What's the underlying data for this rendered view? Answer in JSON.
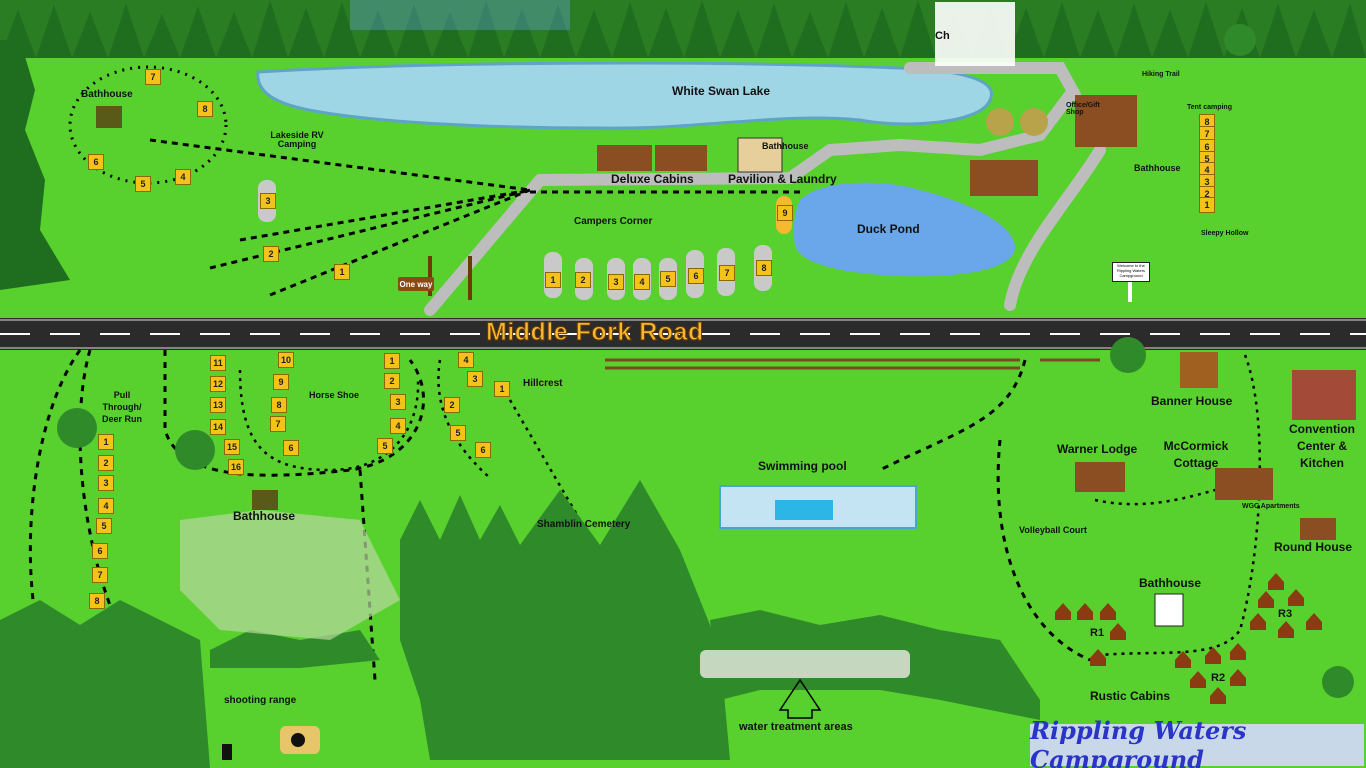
{
  "map": {
    "title": "Rippling Waters Campground",
    "road": "Middle Fork Road",
    "one_way_sign": "One way",
    "welcome_sign": "Welcome to the Rippling Waters Campground",
    "labels": {
      "white_swan_lake": "White Swan Lake",
      "duck_pond": "Duck Pond",
      "bathhouse_nw": "Bathhouse",
      "lakeside_rv": "Lakeside RV Camping",
      "deluxe_cabins": "Deluxe Cabins",
      "pavilion_laundry": "Pavilion & Laundry",
      "bathhouse_pavilion": "Bathhouse",
      "campers_corner": "Campers Corner",
      "chapel": "Ch",
      "hiking_trail": "Hiking Trail",
      "office_gift_shop": "Office/Gift Shop",
      "tent_camping": "Tent camping",
      "bathhouse_ne": "Bathhouse",
      "sleepy_hollow": "Sleepy Hollow",
      "pull_through": "Pull Through/ Deer Run",
      "horse_shoe": "Horse Shoe",
      "hillcrest": "Hillcrest",
      "bathhouse_sw": "Bathhouse",
      "shamblin_cemetery": "Shamblin Cemetery",
      "swimming_pool": "Swimming pool",
      "banner_house": "Banner House",
      "convention_center": "Convention Center & Kitchen",
      "warner_lodge": "Warner Lodge",
      "mccormick_cottage": "McCormick Cottage",
      "wgc_apartments": "WGC Apartments",
      "volleyball_court": "Volleyball Court",
      "round_house": "Round House",
      "bathhouse_se": "Bathhouse",
      "r1": "R1",
      "r2": "R2",
      "r3": "R3",
      "rustic_cabins": "Rustic Cabins",
      "shooting_range": "shooting range",
      "water_treatment": "water treatment areas"
    },
    "sites": {
      "lakeside": [
        "7",
        "8",
        "6",
        "5",
        "4",
        "3",
        "2",
        "1"
      ],
      "campers_corner": [
        "1",
        "2",
        "3",
        "4",
        "5",
        "6",
        "7",
        "8",
        "9"
      ],
      "tent": [
        "8",
        "7",
        "6",
        "5",
        "4",
        "3",
        "2",
        "1"
      ],
      "pull_through": [
        "1",
        "2",
        "3",
        "4",
        "5",
        "6",
        "7",
        "8"
      ],
      "middle_column": [
        "11",
        "12",
        "13",
        "14",
        "15",
        "16"
      ],
      "horse_shoe": [
        "10",
        "9",
        "8",
        "7",
        "6",
        "1",
        "2",
        "3",
        "4",
        "5"
      ],
      "hillcrest": [
        "4",
        "3",
        "2",
        "5",
        "6",
        "1"
      ]
    },
    "colors": {
      "grass": "#58d12f",
      "water": "#6aa6ea",
      "road": "#2b2b2b",
      "site_marker": "#f5c21a",
      "trees": "#1f6d1f",
      "brand_text": "#2a35c8"
    }
  }
}
